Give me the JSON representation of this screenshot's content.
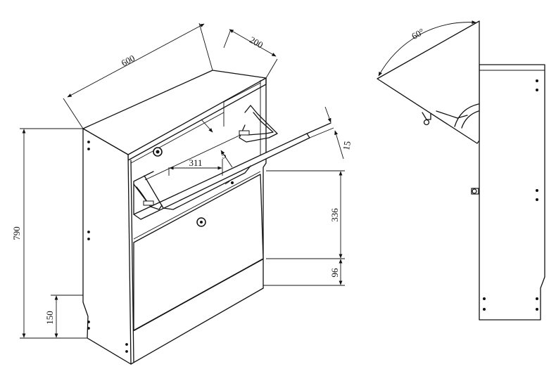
{
  "dimensions": {
    "width": "600",
    "depth": "200",
    "height": "790",
    "plinth": "150",
    "flap_tilt": "15",
    "flap_gap": "5",
    "inner_width": "311",
    "door_height": "336",
    "base_height": "96",
    "open_angle": "60°"
  }
}
